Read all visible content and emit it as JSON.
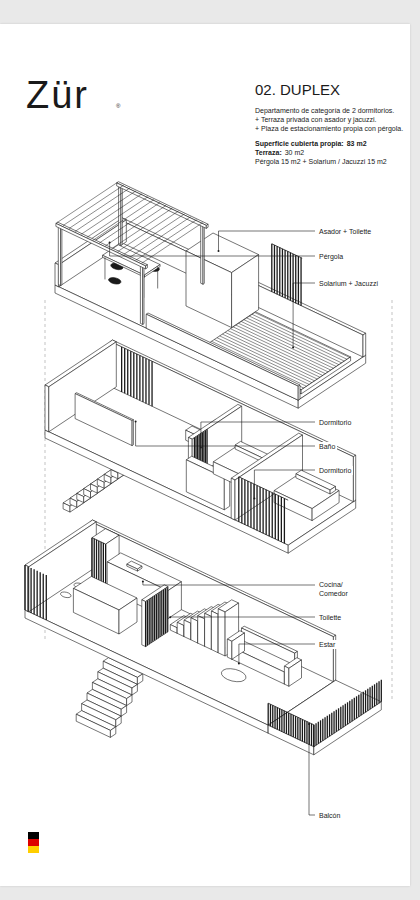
{
  "diagram": {
    "title": "02. DUPLEX",
    "labels": [
      "Zür",
      "®",
      "Departamento de categoría de 2 dormitorios.",
      "+ Terraza privada con asador y jacuzzi.",
      "+ Plaza de estacionamiento propia con pérgola.",
      "Superficie cubierta propia:",
      "83 m2",
      "Terraza:",
      "30 m2",
      "Pérgola 15 m2 + Solarium / Jacuzzi 15 m2",
      "Asador + Toilette",
      "Pérgola",
      "Solarium + Jacuzzi",
      "Dormitorio",
      "Baño",
      "Dormitorio",
      "Cocina/ Comedor",
      "Toilette",
      "Estar",
      "Balcón"
    ]
  }
}
